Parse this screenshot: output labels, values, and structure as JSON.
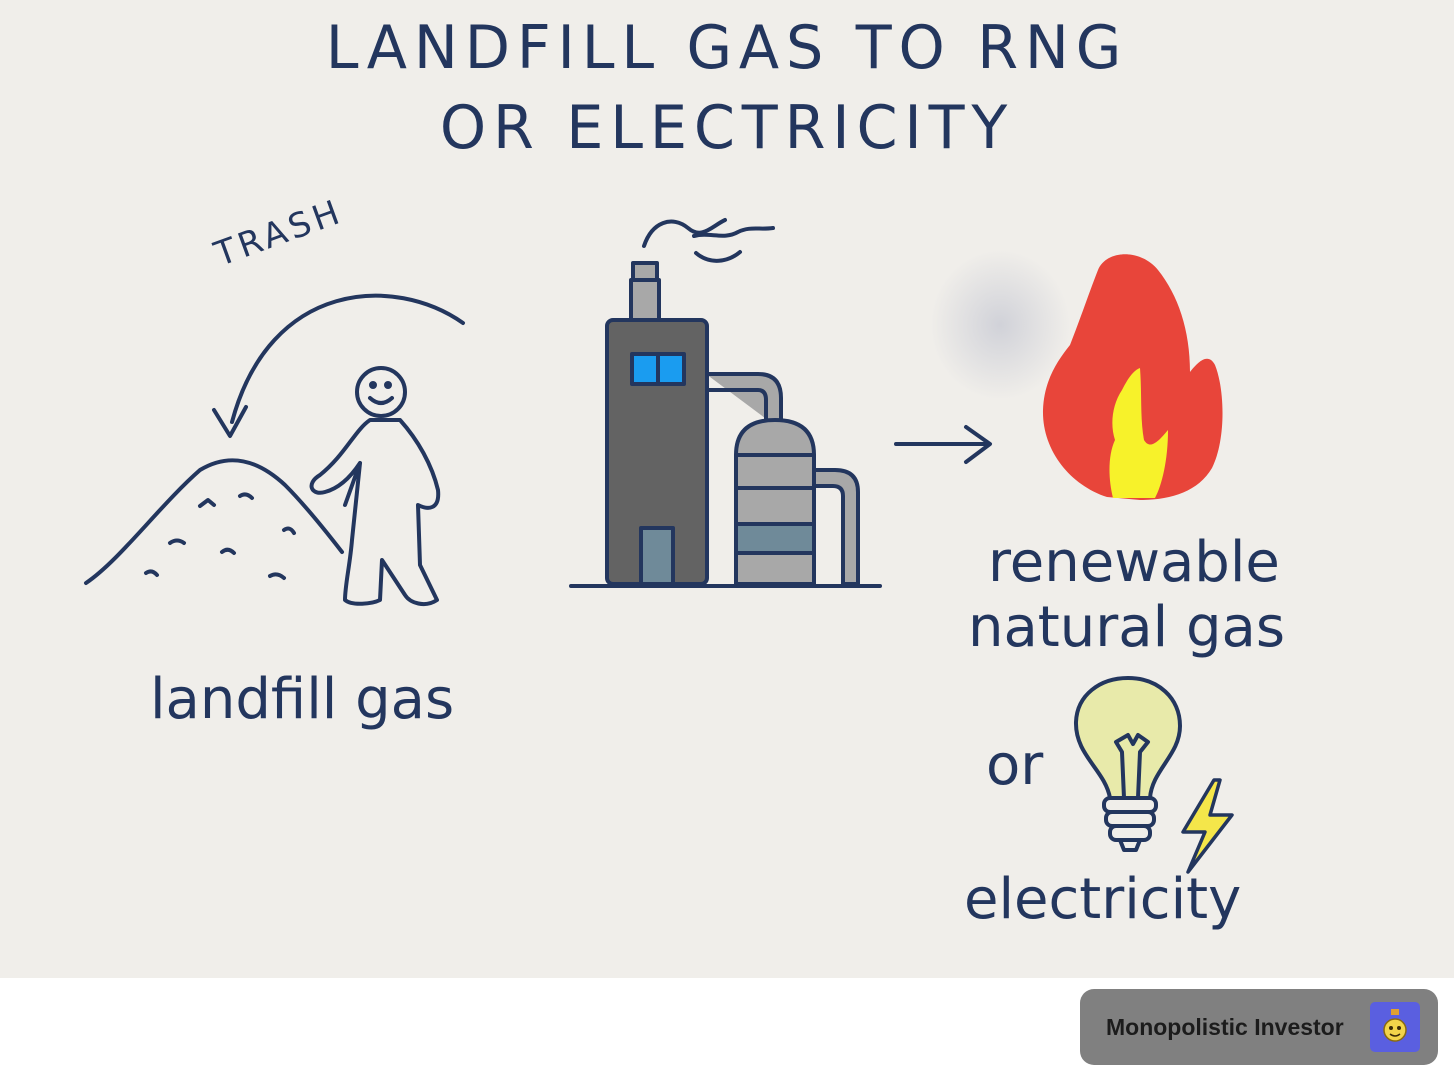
{
  "diagram": {
    "title_line1": "LANDFILL GAS TO RNG",
    "title_line2": "OR ELECTRICITY",
    "trash_label": "TRASH",
    "landfill_label": "landfill gas",
    "rng_label_line1": "renewable",
    "rng_label_line2": "natural gas",
    "or_label": "or",
    "electricity_label": "electricity"
  },
  "badge": {
    "text": "Monopolistic Investor"
  },
  "colors": {
    "ink": "#23365e",
    "paper": "#f0eeea",
    "flame_outer": "#e8453a",
    "flame_inner": "#f7f22a",
    "building": "#636363",
    "tank": "#a8a8a8",
    "window": "#1a9cf0",
    "bulb": "#e8eaaa",
    "bolt": "#f4e64a",
    "badge_bg": "#808080",
    "avatar_bg": "#5a5fe0"
  },
  "icons": [
    "trash-arrow-icon",
    "landfill-mound-icon",
    "stick-person-icon",
    "plant-icon",
    "smoke-icon",
    "arrow-right-icon",
    "flame-icon",
    "lightbulb-icon",
    "lightning-bolt-icon",
    "avatar-icon"
  ]
}
